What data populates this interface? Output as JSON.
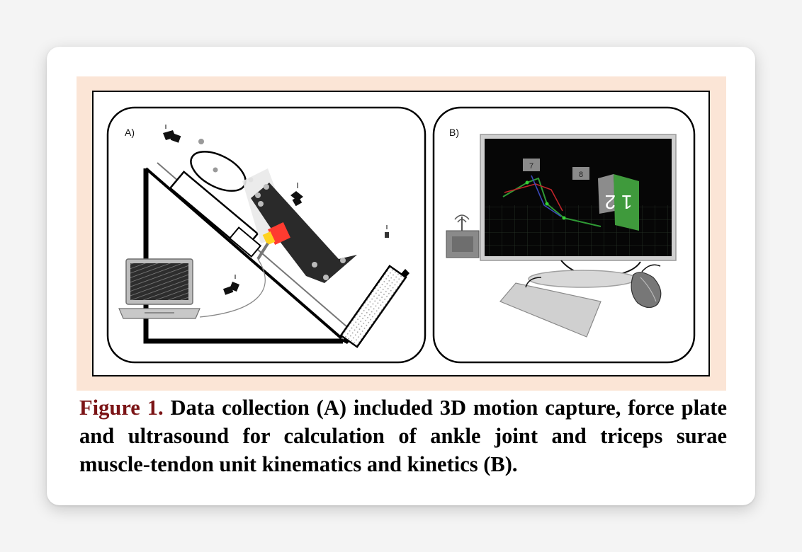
{
  "figure": {
    "panel_a_label": "A)",
    "panel_b_label": "B)",
    "monitor_markers": [
      "7",
      "8"
    ],
    "monitor_card_digits": "1 2",
    "colors": {
      "background_tint": "#fbe5d6",
      "caption_lead": "#7b1416",
      "sensor_red": "#ff3b30",
      "sensor_yellow": "#ffd21f",
      "screen_bg": "#060606",
      "card_green": "#3f9a3c"
    }
  },
  "caption": {
    "lead": "Figure 1.",
    "body": " Data collection (A) included 3D motion capture, force plate and ultrasound for calculation of ankle joint and triceps surae muscle-tendon unit kinematics and kinetics (B)."
  }
}
